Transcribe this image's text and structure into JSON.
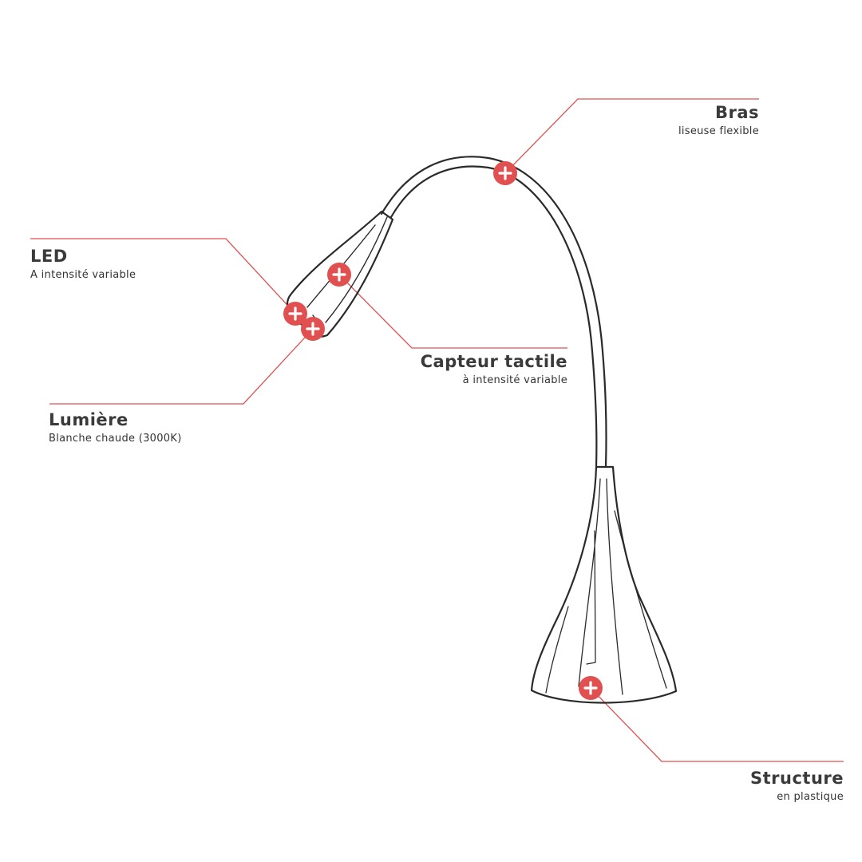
{
  "accent_color": "#e05050",
  "line_color": "#e05050",
  "lamp_stroke": "#2a2a2a",
  "marker_icon": "plus-icon",
  "callouts": {
    "bras": {
      "title": "Bras",
      "subtitle": "liseuse flexible"
    },
    "led": {
      "title": "LED",
      "subtitle": "A intensité variable"
    },
    "capteur": {
      "title": "Capteur tactile",
      "subtitle": "à intensité variable"
    },
    "lumiere": {
      "title": "Lumière",
      "subtitle": "Blanche chaude (3000K)"
    },
    "structure": {
      "title": "Structure",
      "subtitle": "en plastique"
    }
  }
}
